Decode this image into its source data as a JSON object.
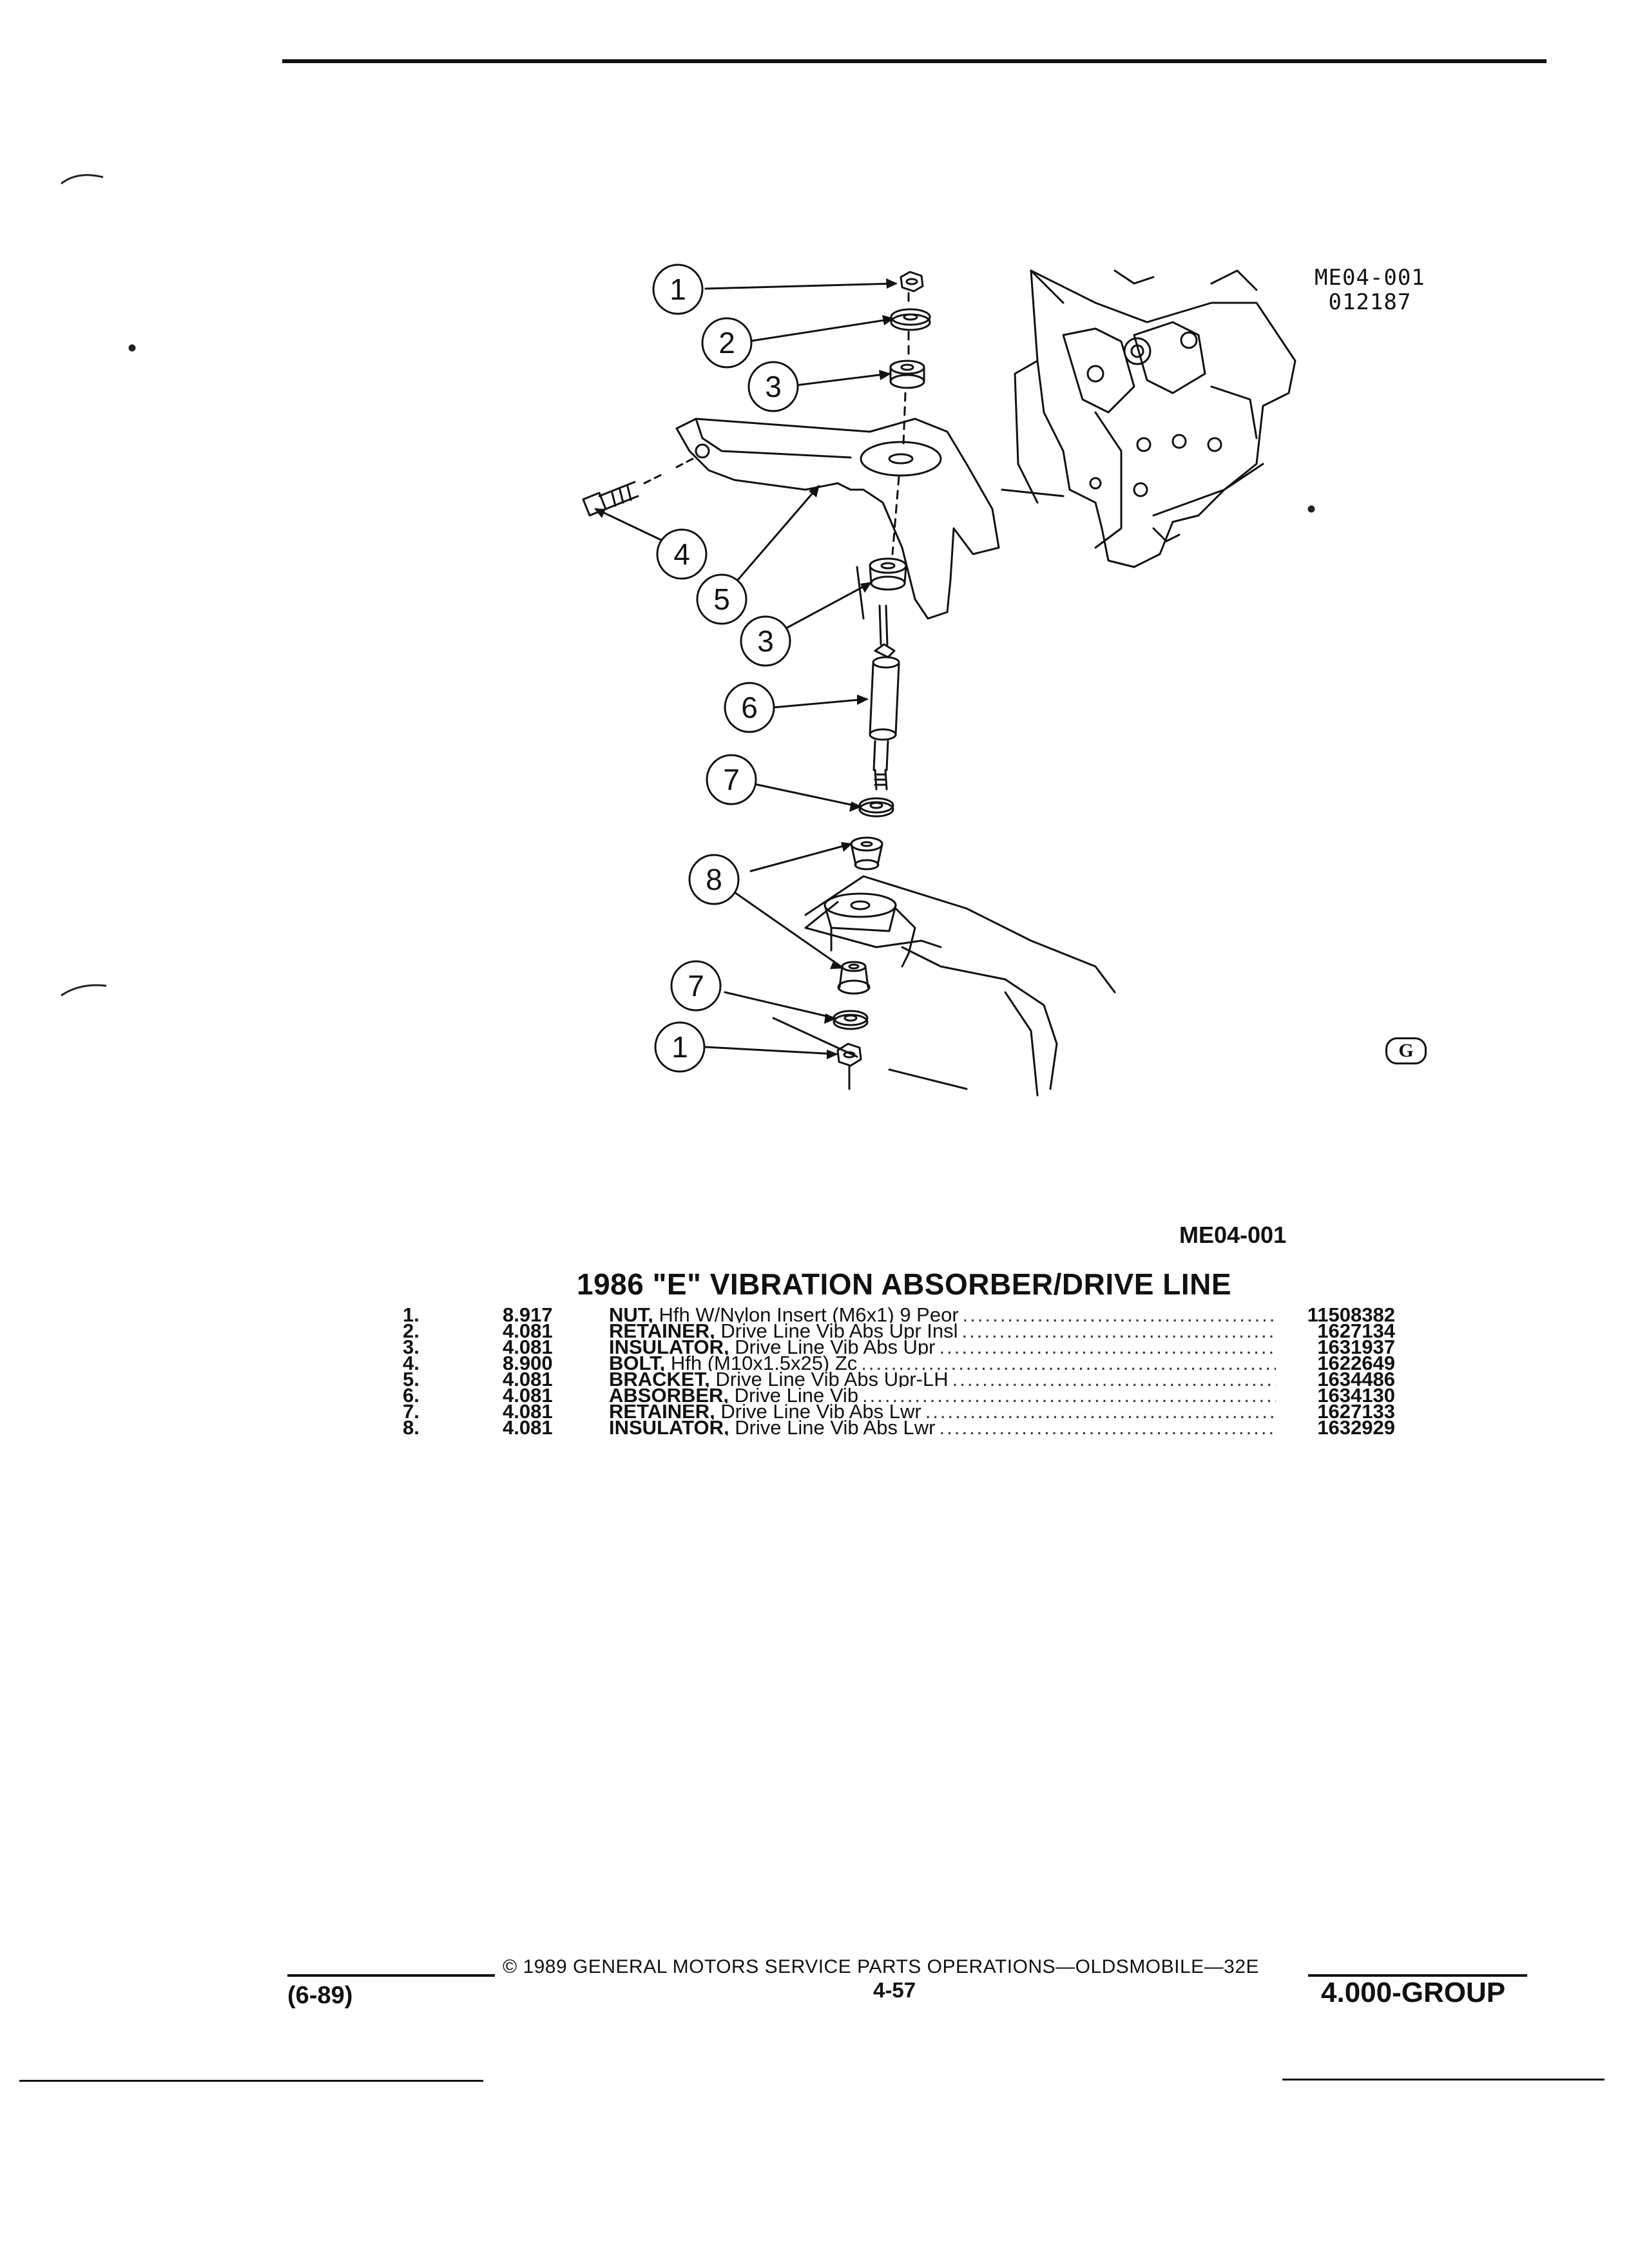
{
  "figure": {
    "ref_top_line1": "ME04-001",
    "ref_top_line2": "012187",
    "ref_bottom": "ME04-001",
    "callouts": [
      "1",
      "2",
      "3",
      "4",
      "5",
      "3",
      "6",
      "7",
      "8",
      "7",
      "1"
    ]
  },
  "title": "1986 \"E\" VIBRATION ABSORBER/DRIVE LINE",
  "parts": [
    {
      "num": "1.",
      "group": "8.917",
      "name": "NUT,",
      "desc": "Hfh W/Nylon Insert (M6x1) 9 Peor",
      "part_no": "11508382"
    },
    {
      "num": "2.",
      "group": "4.081",
      "name": "RETAINER,",
      "desc": "Drive Line Vib Abs Upr Insl",
      "part_no": "1627134"
    },
    {
      "num": "3.",
      "group": "4.081",
      "name": "INSULATOR,",
      "desc": "Drive Line Vib Abs Upr",
      "part_no": "1631937"
    },
    {
      "num": "4.",
      "group": "8.900",
      "name": "BOLT,",
      "desc": "Hfh (M10x1.5x25) Zc",
      "part_no": "1622649"
    },
    {
      "num": "5.",
      "group": "4.081",
      "name": "BRACKET,",
      "desc": "Drive Line Vib Abs Upr-LH",
      "part_no": "1634486"
    },
    {
      "num": "6.",
      "group": "4.081",
      "name": "ABSORBER,",
      "desc": "Drive Line Vib",
      "part_no": "1634130"
    },
    {
      "num": "7.",
      "group": "4.081",
      "name": "RETAINER,",
      "desc": "Drive Line Vib Abs Lwr",
      "part_no": "1627133"
    },
    {
      "num": "8.",
      "group": "4.081",
      "name": "INSULATOR,",
      "desc": "Drive Line Vib Abs Lwr",
      "part_no": "1632929"
    }
  ],
  "footer": {
    "copyright": "© 1989 GENERAL MOTORS SERVICE PARTS OPERATIONS—OLDSMOBILE—32E",
    "page": "4-57",
    "date_code": "(6-89)",
    "group": "4.000-GROUP"
  },
  "logo_text": "G"
}
